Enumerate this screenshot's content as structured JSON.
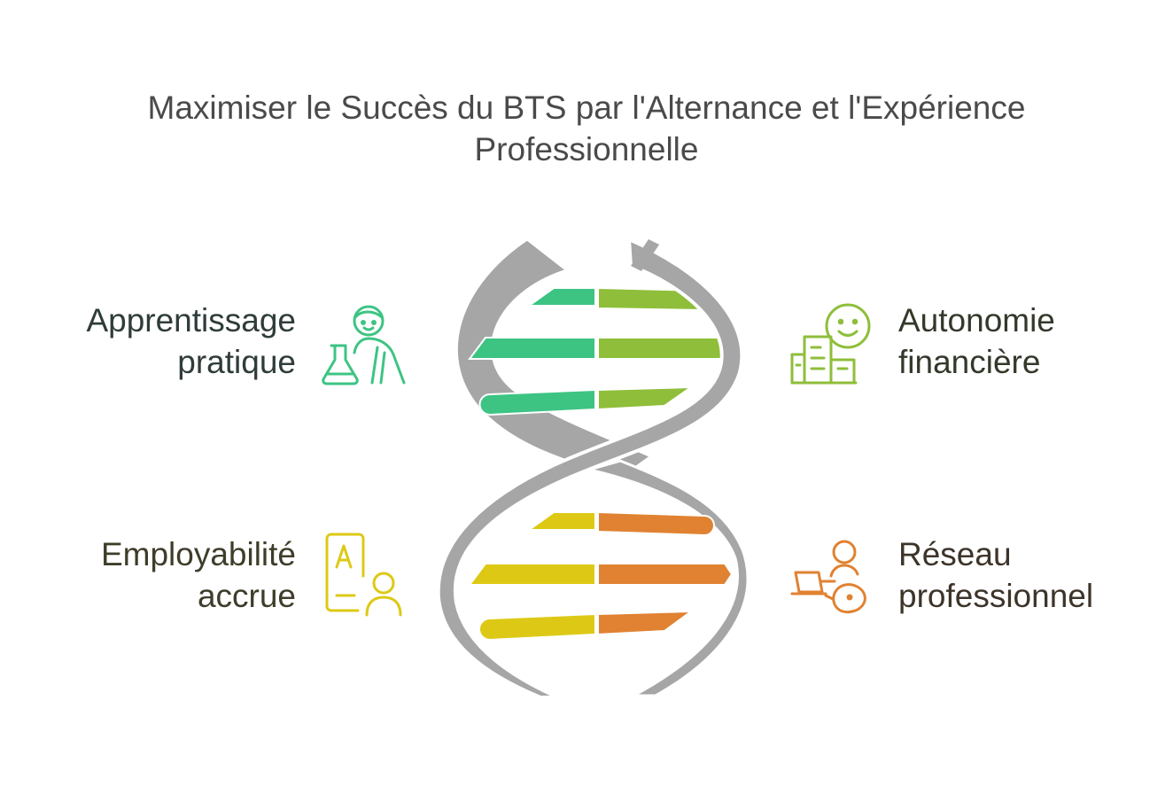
{
  "title": {
    "line1": "Maximiser le Succès du BTS par l'Alternance et l'Expérience",
    "line2": "Professionnelle"
  },
  "items": [
    {
      "line1": "Apprentissage",
      "line2": "pratique",
      "icon": "student-lab-icon",
      "color": "#3dc483"
    },
    {
      "line1": "Autonomie",
      "line2": "financière",
      "icon": "smile-building-icon",
      "color": "#8fbe3a"
    },
    {
      "line1": "Employabilité",
      "line2": "accrue",
      "icon": "grade-person-icon",
      "color": "#ddc915"
    },
    {
      "line1": "Réseau",
      "line2": "professionnel",
      "icon": "network-laptop-icon",
      "color": "#e08232"
    }
  ],
  "helix_color": "#a6a6a6"
}
